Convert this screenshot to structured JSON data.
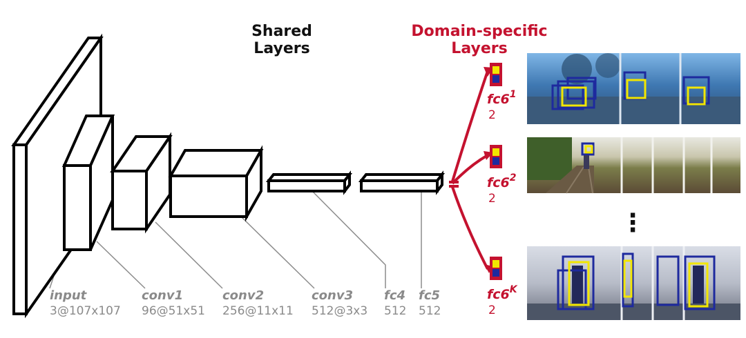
{
  "headers": {
    "shared": [
      "Shared",
      "Layers"
    ],
    "domain_specific": [
      "Domain-specific",
      "Layers"
    ]
  },
  "layers": [
    {
      "name": "input",
      "dims": "3@107x107"
    },
    {
      "name": "conv1",
      "dims": "96@51x51"
    },
    {
      "name": "conv2",
      "dims": "256@11x11"
    },
    {
      "name": "conv3",
      "dims": "512@3x3"
    },
    {
      "name": "fc4",
      "dims": "512"
    },
    {
      "name": "fc5",
      "dims": "512"
    }
  ],
  "branches": [
    {
      "name": "fc6",
      "superscript": "1",
      "dims": "2",
      "scene": "street"
    },
    {
      "name": "fc6",
      "superscript": "2",
      "dims": "2",
      "scene": "railway"
    },
    {
      "name": "fc6",
      "superscript": "K",
      "dims": "2",
      "scene": "hallway"
    }
  ],
  "ellipsis": "⋮",
  "colors": {
    "domain_red": "#c4122f",
    "label_gray": "#8a8a8a",
    "box_yellow": "#f2e600",
    "box_blue": "#1e2a9e"
  }
}
